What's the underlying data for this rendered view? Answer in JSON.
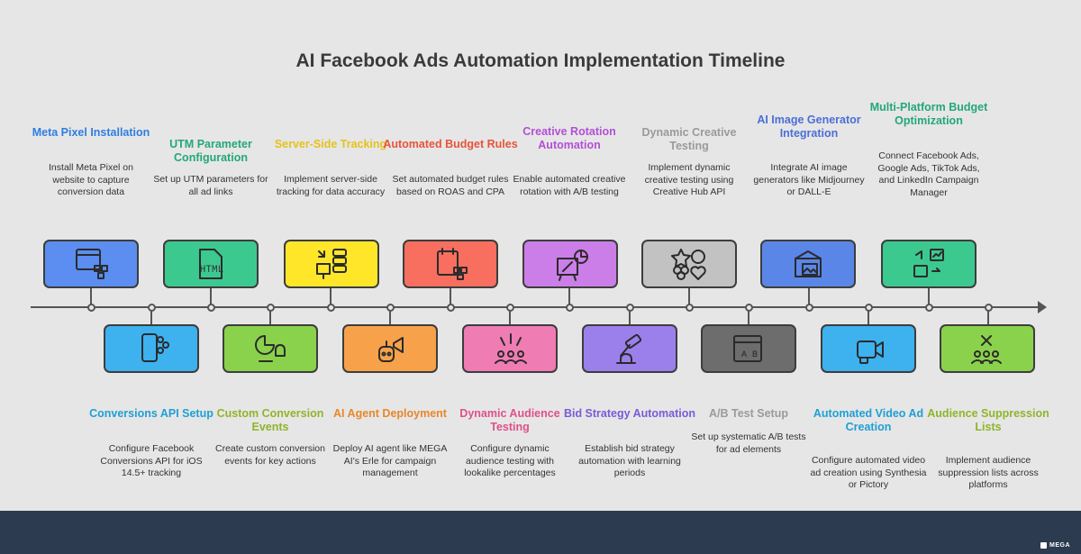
{
  "title": "AI Facebook Ads Automation Implementation Timeline",
  "brand": "MEGA",
  "milestones": [
    {
      "label": "Meta Pixel Installation",
      "desc": "Install Meta Pixel on website to capture conversion data",
      "color": "#2f7de1",
      "fill": "#5b8ef0",
      "icon": "browser-grid-icon"
    },
    {
      "label": "Conversions API Setup",
      "desc": "Configure Facebook Conversions API for iOS 14.5+ tracking",
      "color": "#1e9fd4",
      "fill": "#3db2ef",
      "icon": "phone-share-icon"
    },
    {
      "label": "UTM Parameter Configuration",
      "desc": "Set up UTM parameters for all ad links",
      "color": "#23a878",
      "fill": "#3cc98f",
      "icon": "html-file-icon"
    },
    {
      "label": "Custom Conversion Events",
      "desc": "Create custom conversion events for key actions",
      "color": "#8fb52a",
      "fill": "#8bd24c",
      "icon": "pie-bell-icon"
    },
    {
      "label": "Server-Side Tracking",
      "desc": "Implement server-side tracking for data accuracy",
      "color": "#e5c21a",
      "fill": "#ffe629",
      "icon": "server-monitor-icon"
    },
    {
      "label": "AI Agent Deployment",
      "desc": "Deploy AI agent like MEGA AI's Erle for campaign management",
      "color": "#e6882a",
      "fill": "#f7a24a",
      "icon": "robot-megaphone-icon"
    },
    {
      "label": "Automated Budget Rules",
      "desc": "Set automated budget rules based on ROAS and CPA",
      "color": "#e8533a",
      "fill": "#f86f5f",
      "icon": "calendar-grid-icon"
    },
    {
      "label": "Dynamic Audience Testing",
      "desc": "Configure dynamic audience testing with lookalike percentages",
      "color": "#e0508a",
      "fill": "#ef7cb3",
      "icon": "audience-group-icon"
    },
    {
      "label": "Creative Rotation Automation",
      "desc": "Enable automated creative rotation with A/B testing",
      "color": "#b34fd6",
      "fill": "#cc7ee8",
      "icon": "easel-chart-icon"
    },
    {
      "label": "Bid Strategy Automation",
      "desc": "Establish bid strategy automation with learning periods",
      "color": "#7a5ad6",
      "fill": "#9b80ec",
      "icon": "gavel-icon"
    },
    {
      "label": "Dynamic Creative Testing",
      "desc": "Implement dynamic creative testing using Creative Hub API",
      "color": "#9a9a9a",
      "fill": "#c2c2c2",
      "icon": "shapes-icon"
    },
    {
      "label": "A/B Test Setup",
      "desc": "Set up systematic A/B tests for ad elements",
      "color": "#9a9a9a",
      "fill": "#6d6d6d",
      "icon": "ab-test-icon"
    },
    {
      "label": "AI Image Generator Integration",
      "desc": "Integrate AI image generators like Midjourney or DALL-E",
      "color": "#4a6fd6",
      "fill": "#5a86e8",
      "icon": "image-box-icon"
    },
    {
      "label": "Automated Video Ad Creation",
      "desc": "Configure automated video ad creation using Synthesia or Pictory",
      "color": "#1e9fd4",
      "fill": "#3db2ef",
      "icon": "video-camera-icon"
    },
    {
      "label": "Multi-Platform Budget Optimization",
      "desc": "Connect Facebook Ads, Google Ads, TikTok Ads, and LinkedIn Campaign Manager",
      "color": "#23a878",
      "fill": "#3cc98f",
      "icon": "platform-sync-icon"
    },
    {
      "label": "Audience Suppression Lists",
      "desc": "Implement audience suppression lists across platforms",
      "color": "#8fb52a",
      "fill": "#8bd24c",
      "icon": "audience-remove-icon"
    }
  ]
}
